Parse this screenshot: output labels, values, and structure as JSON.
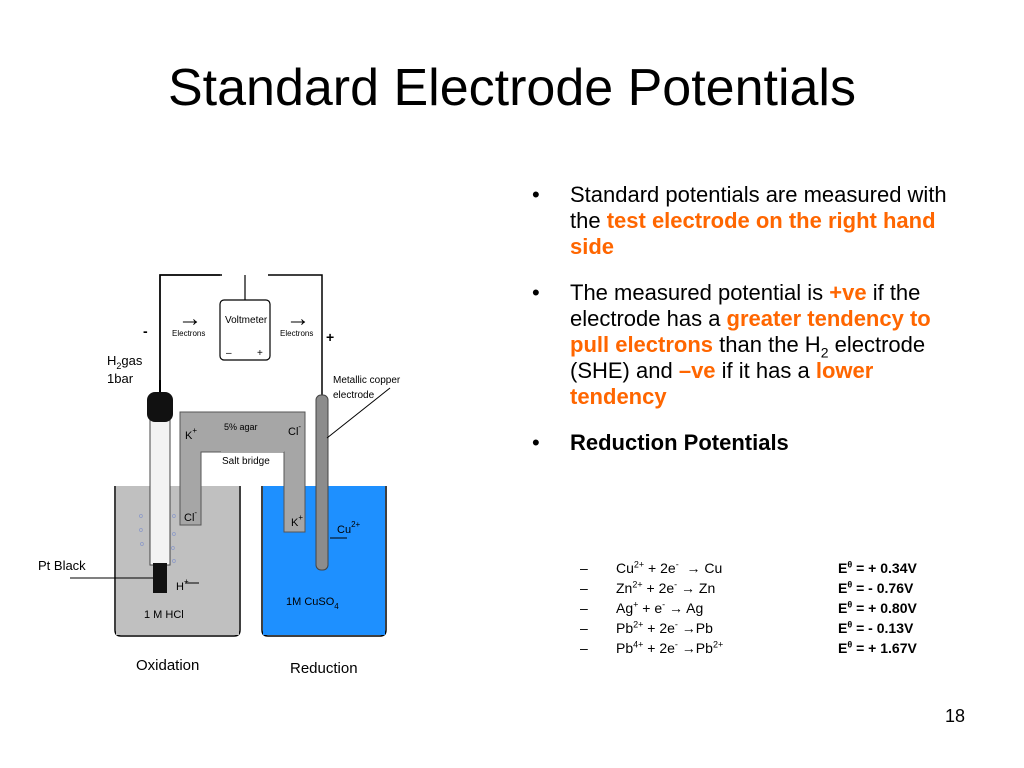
{
  "title": "Standard Electrode Potentials",
  "diagram": {
    "voltmeter": "Voltmeter",
    "minus_term": "–",
    "plus_term": "+",
    "electrons_left": "Electrons",
    "electrons_right": "Electrons",
    "sign_left": "-",
    "sign_right": "+",
    "arrow": "→",
    "h2_label_1": "H",
    "h2_label_sub": "2",
    "h2_label_2": "gas",
    "h2_label_3": "1bar",
    "metallic_copper_1": "Metallic copper",
    "metallic_copper_2": "electrode",
    "k_left": "K",
    "k_left_sup": "+",
    "agar": "5% agar",
    "cl_right": "Cl",
    "cl_right_sup": "-",
    "salt_bridge": "Salt bridge",
    "cl_left": "Cl",
    "cl_left_sup": "-",
    "k_right": "K",
    "k_right_sup": "+",
    "cu_ion": "Cu",
    "cu_ion_sup": "2+",
    "pt_black": "Pt Black",
    "h_ion": "H",
    "h_ion_sup": "+",
    "hcl": "1 M HCl",
    "cuso4": "1M CuSO",
    "cuso4_sub": "4",
    "oxidation": "Oxidation",
    "reduction": "Reduction",
    "bubble": "o"
  },
  "bullets": {
    "marker": "•",
    "b1_text1": "Standard potentials are measured with the ",
    "b1_hl1": "test electrode on the right hand side",
    "b2_text1": "The measured potential is ",
    "b2_hl1": "+ve",
    "b2_text2": " if the electrode has a ",
    "b2_hl2": "greater tendency to pull electrons",
    "b2_text3": " than the H",
    "b2_sub": "2",
    "b2_text4": " electrode (SHE) and ",
    "b2_hl3": "–ve",
    "b2_text5": " if it has a ",
    "b2_hl4": "lower tendency",
    "b3_text": "Reduction Potentials"
  },
  "reactions": {
    "dash": "–",
    "r1": {
      "a": "Cu",
      "a_sup": "2+",
      "b": " + 2e",
      "b_sup": "-",
      "c": "  → Cu",
      "pot_e": "E",
      "pot_sup": "θ",
      "pot_val": " = + 0.34V"
    },
    "r2": {
      "a": "Zn",
      "a_sup": "2+",
      "b": " + 2e",
      "b_sup": "-",
      "c": " → Zn",
      "pot_e": "E",
      "pot_sup": "θ",
      "pot_val": " = - 0.76V"
    },
    "r3": {
      "a": "Ag",
      "a_sup": "+",
      "b": " + e",
      "b_sup": "-",
      "c": " → Ag",
      "pot_e": "E",
      "pot_sup": "θ",
      "pot_val": " = + 0.80V"
    },
    "r4": {
      "a": "Pb",
      "a_sup": "2+",
      "b": " + 2e",
      "b_sup": "-",
      "c": " →Pb",
      "pot_e": "E",
      "pot_sup": "θ",
      "pot_val": " = - 0.13V"
    },
    "r5": {
      "a": "Pb",
      "a_sup": "4+",
      "b": " + 2e",
      "b_sup": "-",
      "c": " →Pb",
      "c_sup": "2+",
      "pot_e": "E",
      "pot_sup": "θ",
      "pot_val": " = + 1.67V"
    }
  },
  "page_number": "18",
  "colors": {
    "highlight": "#ff6600",
    "solution_left": "#c0c0c0",
    "solution_right": "#1e90ff",
    "bridge": "#a6a6a6"
  }
}
